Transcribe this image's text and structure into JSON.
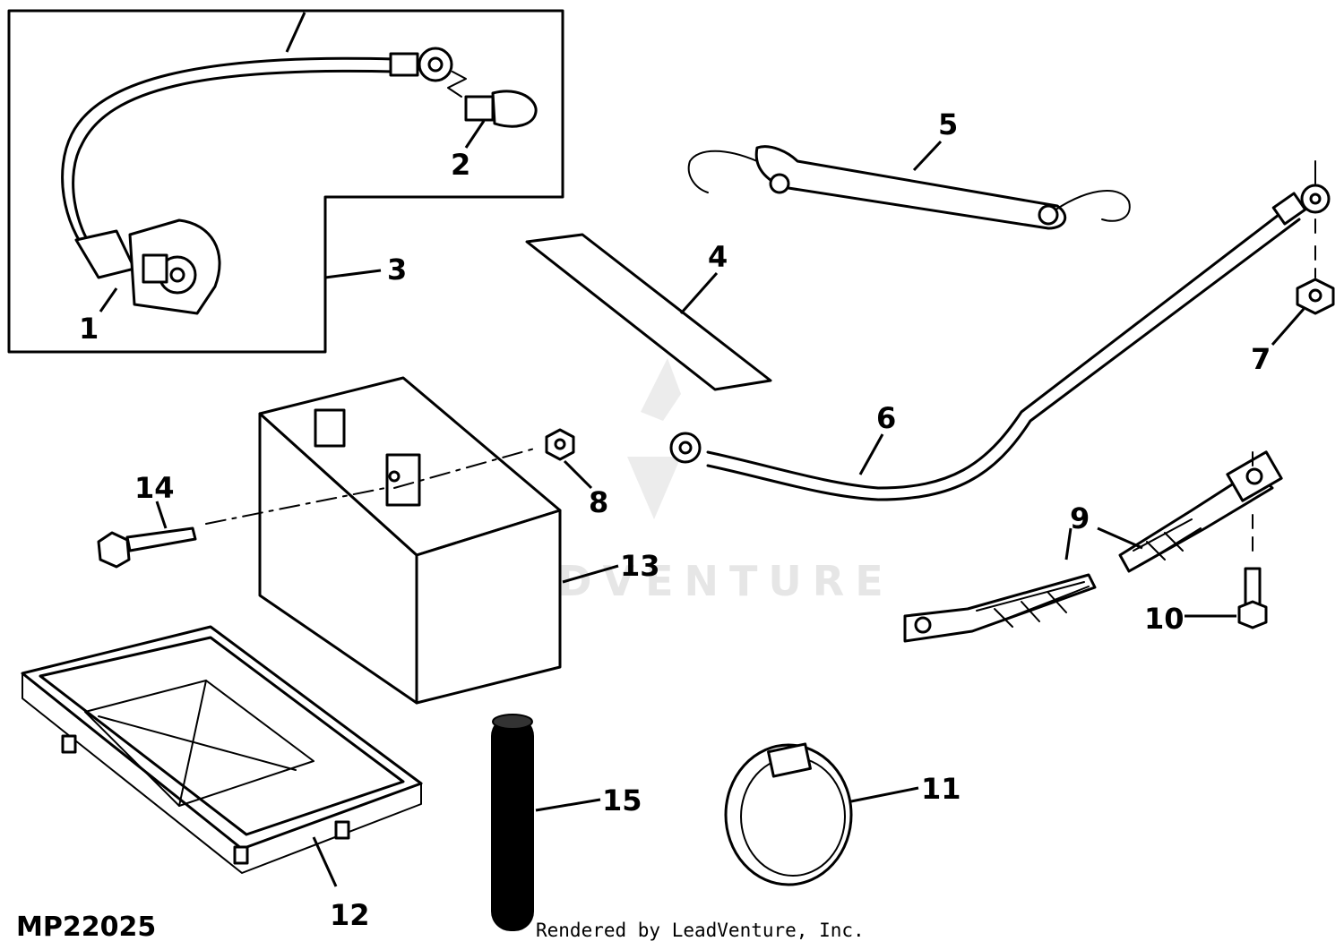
{
  "figure_id": "MP22025",
  "rendered_by": "Rendered by LeadVenture, Inc.",
  "watermark": "LEADVENTURE",
  "callouts": {
    "c1": "1",
    "c2": "2",
    "c3": "3",
    "c4": "4",
    "c5": "5",
    "c6": "6",
    "c7": "7",
    "c8": "8",
    "c9": "9",
    "c10": "10",
    "c11": "11",
    "c12": "12",
    "c13": "13",
    "c14": "14",
    "c15": "15"
  }
}
